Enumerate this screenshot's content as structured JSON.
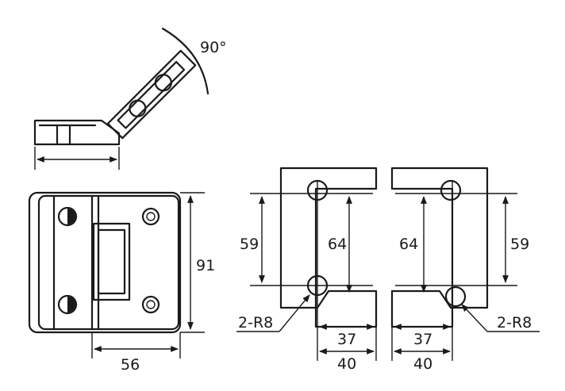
{
  "labels": {
    "angle": "90°",
    "width_56": "56",
    "height_91": "91",
    "left_59": "59",
    "left_64": "64",
    "left_r8": "2-R8",
    "left_37": "37",
    "left_40": "40",
    "right_64": "64",
    "right_59": "59",
    "right_r8": "2-R8",
    "right_37": "37",
    "right_40": "40"
  }
}
